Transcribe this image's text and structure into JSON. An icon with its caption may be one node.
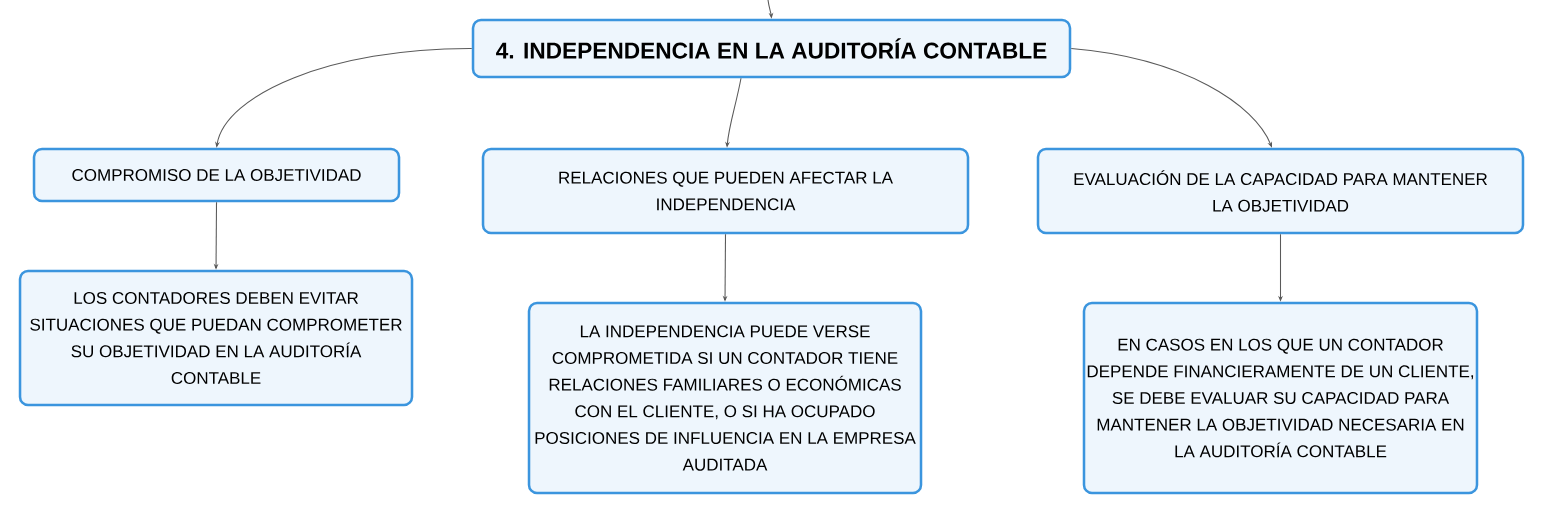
{
  "diagram": {
    "nodes": [
      {
        "text": [
          "4. INDEPENDENCIA EN LA AUDITORÍA CONTABLE"
        ]
      },
      {
        "text": [
          "COMPROMISO DE LA OBJETIVIDAD"
        ]
      },
      {
        "text": [
          "RELACIONES QUE PUEDEN AFECTAR LA INDEPENDENCIA"
        ]
      },
      {
        "text": [
          "EVALUACIÓN DE LA CAPACIDAD PARA MANTENER LA OBJETIVIDAD"
        ]
      },
      {
        "text": [
          "LOS CONTADORES DEBEN EVITAR SITUACIONES QUE PUEDAN COMPROMETER SU OBJETIVIDAD EN LA AUDITORÍA CONTABLE"
        ]
      },
      {
        "text": [
          "LA INDEPENDENCIA PUEDE VERSE COMPROMETIDA SI UN CONTADOR TIENE RELACIONES FAMILIARES O ECONÓMICAS CON EL CLIENTE, O SI HA OCUPADO POSICIONES DE INFLUENCIA EN LA EMPRESA AUDITADA"
        ]
      },
      {
        "text": [
          "EN CASOS EN LOS QUE UN CONTADOR DEPENDE FINANCIERAMENTE DE UN CLIENTE, SE DEBE EVALUAR SU CAPACIDAD PARA MANTENER LA OBJETIVIDAD NECESARIA EN LA AUDITORÍA CONTABLE"
        ]
      }
    ],
    "edges": [
      {
        "from": null,
        "to": 0,
        "arrow": "to"
      },
      {
        "from": 0,
        "to": 1,
        "arrow": "to"
      },
      {
        "from": 0,
        "to": 2,
        "arrow": "to"
      },
      {
        "from": 0,
        "to": 3,
        "arrow": "to"
      },
      {
        "from": 1,
        "to": 4,
        "arrow": "to"
      },
      {
        "from": 2,
        "to": 5,
        "arrow": "to"
      },
      {
        "from": 3,
        "to": 6,
        "arrow": "to"
      }
    ]
  }
}
